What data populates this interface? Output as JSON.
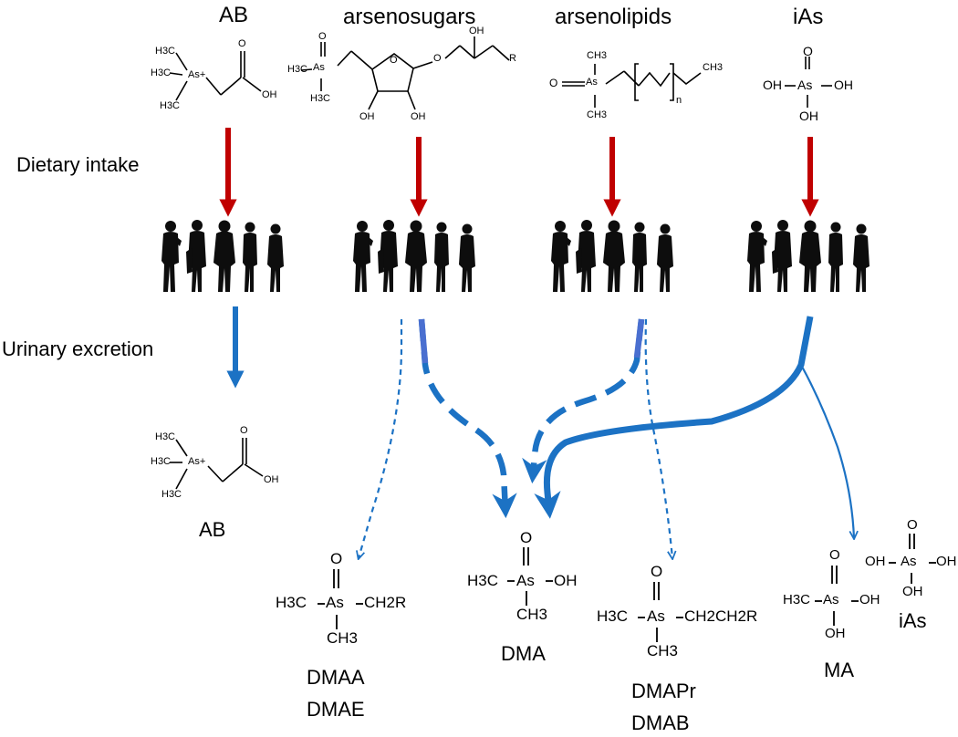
{
  "sources": {
    "ab": "AB",
    "sugars": "arsenosugars",
    "lipids": "arsenolipids",
    "ias": "iAs"
  },
  "rows": {
    "intake": "Dietary intake",
    "excretion": "Urinary excretion"
  },
  "products": {
    "ab": "AB",
    "dmaa": "DMAA",
    "dmae": "DMAE",
    "dma": "DMA",
    "dmapr": "DMAPr",
    "dmab": "DMAB",
    "ma": "MA",
    "ias": "iAs"
  },
  "chem": {
    "h3c": "H3C",
    "ch3": "CH3",
    "as": "As",
    "as_plus": "As+",
    "o": "O",
    "oh": "OH",
    "r": "R",
    "n": "n",
    "ch2r": "CH2R",
    "ch2ch2r": "CH2CH2R"
  },
  "colors": {
    "intake_arrow": "#C00000",
    "excretion_arrow": "#1C72C4",
    "silhouette": "#0d0d0d"
  }
}
